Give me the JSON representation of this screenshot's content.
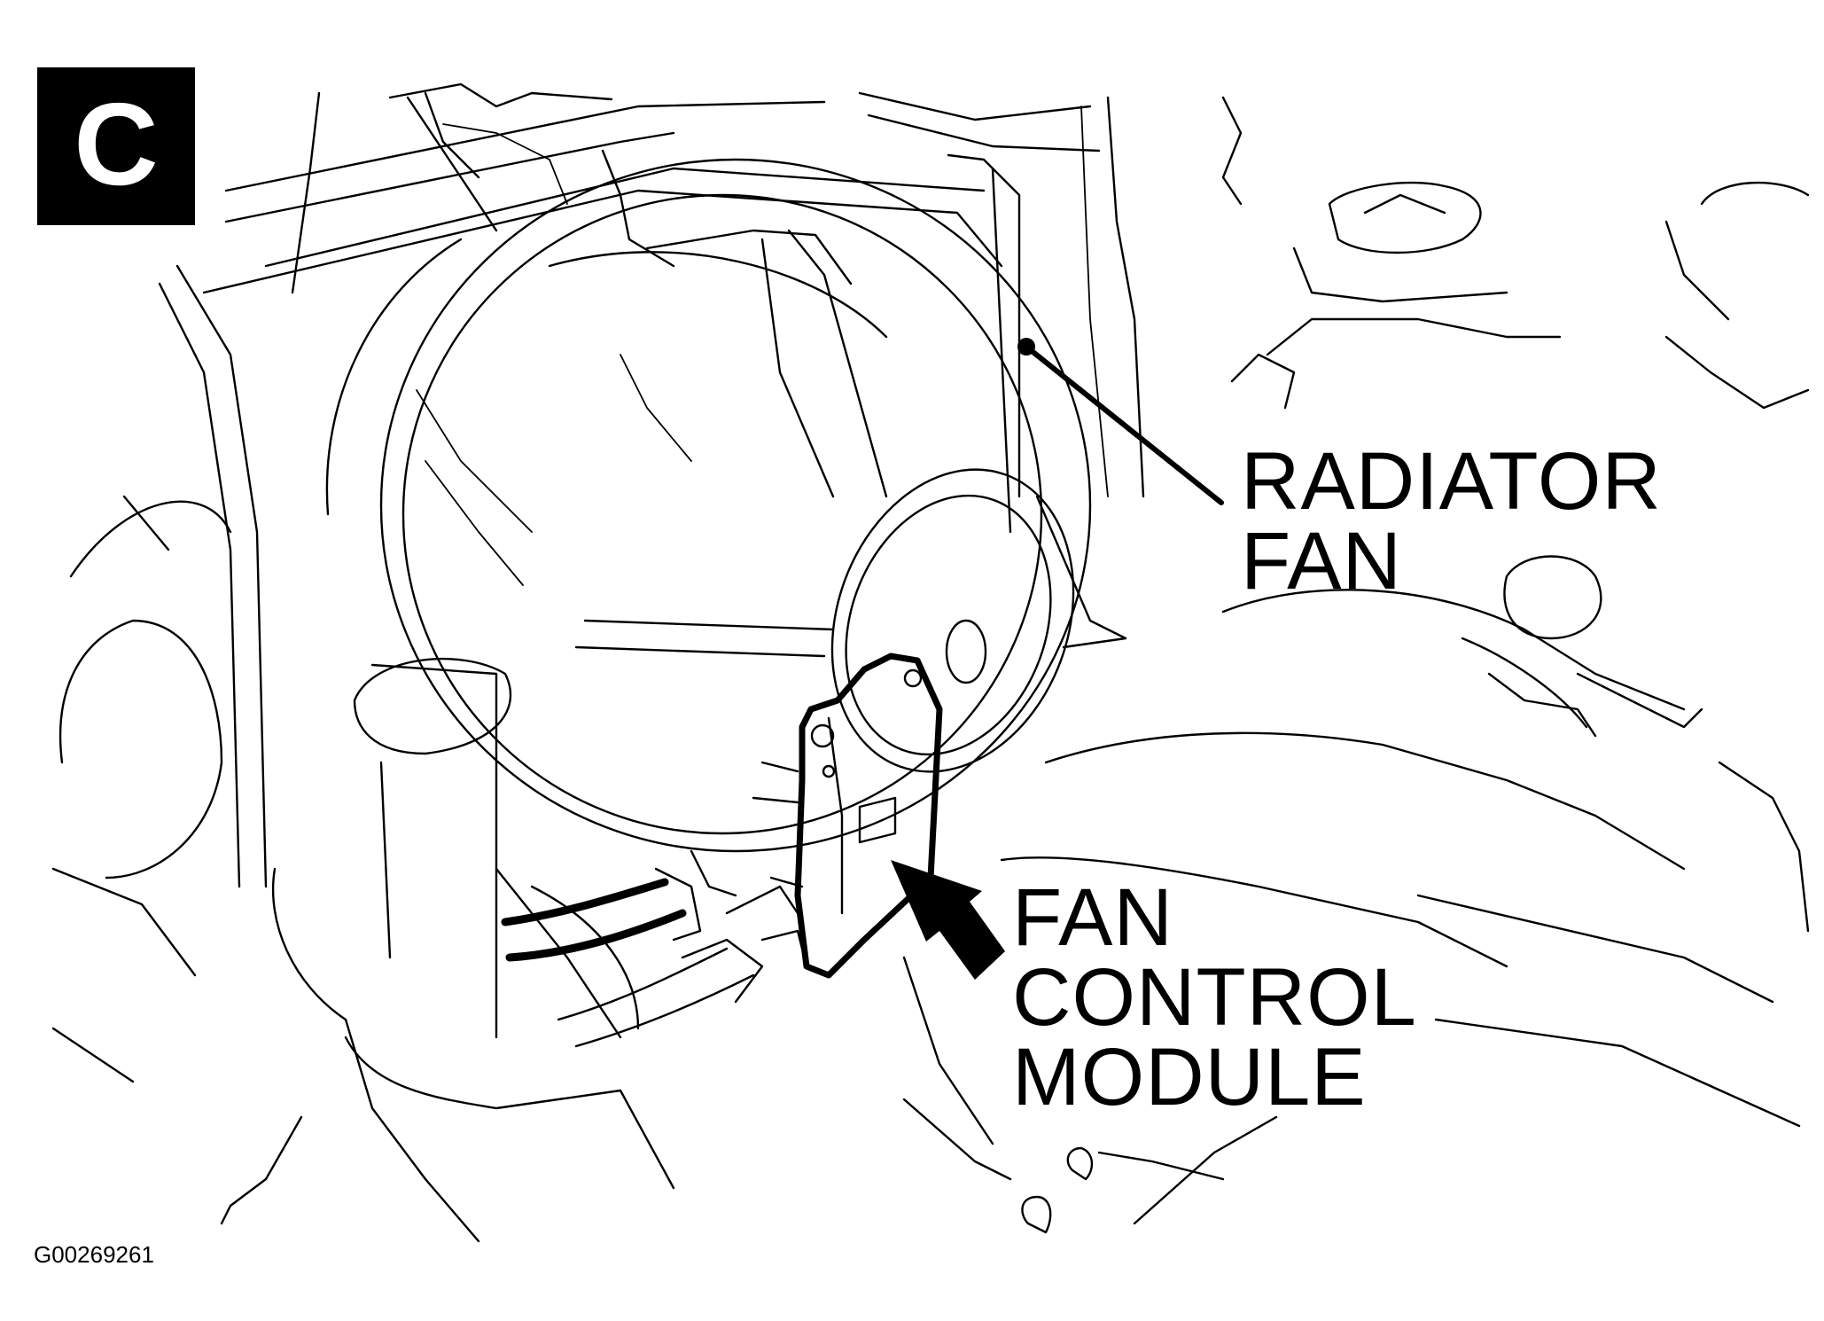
{
  "panel": {
    "letter": "C"
  },
  "callouts": {
    "radiator_fan": [
      "RADIATOR",
      "FAN"
    ],
    "fan_control_module": [
      "FAN",
      "CONTROL",
      "MODULE"
    ]
  },
  "figure_id": "G00269261",
  "colors": {
    "line": "#000000",
    "background": "#ffffff"
  }
}
